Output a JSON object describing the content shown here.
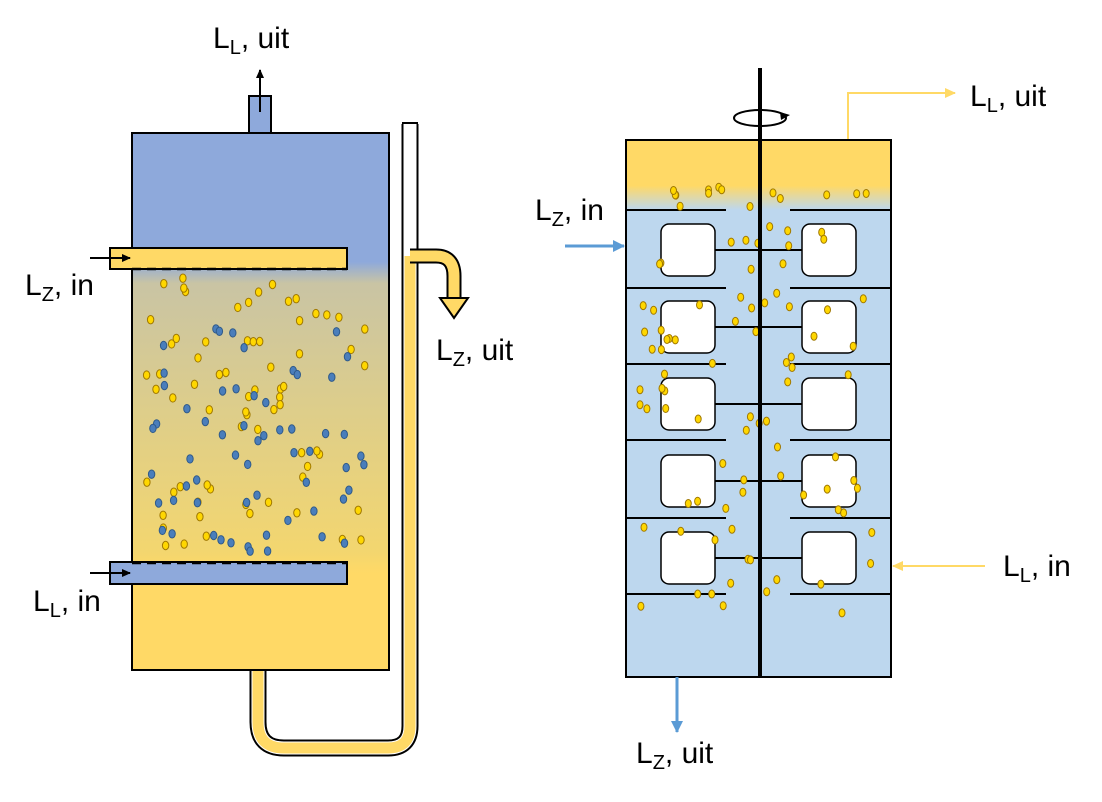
{
  "colors": {
    "light_phase": "#8EA9DB",
    "heavy_phase": "#FFD966",
    "mixer_liquid": "#BDD7EE",
    "dispersed_drop": "#FFD700",
    "light_drop": "#4472C4",
    "blue_arrow": "#5B9BD5",
    "yellow_arrow": "#FFD966",
    "outline": "#000000"
  },
  "labels": {
    "left_top": {
      "main": "L",
      "sub": "L",
      "tail": ", uit"
    },
    "left_zin": {
      "main": "L",
      "sub": "Z",
      "tail": ", in"
    },
    "left_lin": {
      "main": "L",
      "sub": "L",
      "tail": ", in"
    },
    "left_zout": {
      "main": "L",
      "sub": "Z",
      "tail": ", uit"
    },
    "right_top": {
      "main": "L",
      "sub": "L",
      "tail": ", uit"
    },
    "right_zin": {
      "main": "L",
      "sub": "Z",
      "tail": ", in"
    },
    "right_lin": {
      "main": "L",
      "sub": "L",
      "tail": ", in"
    },
    "right_zout": {
      "main": "L",
      "sub": "Z",
      "tail": ", uit"
    }
  }
}
